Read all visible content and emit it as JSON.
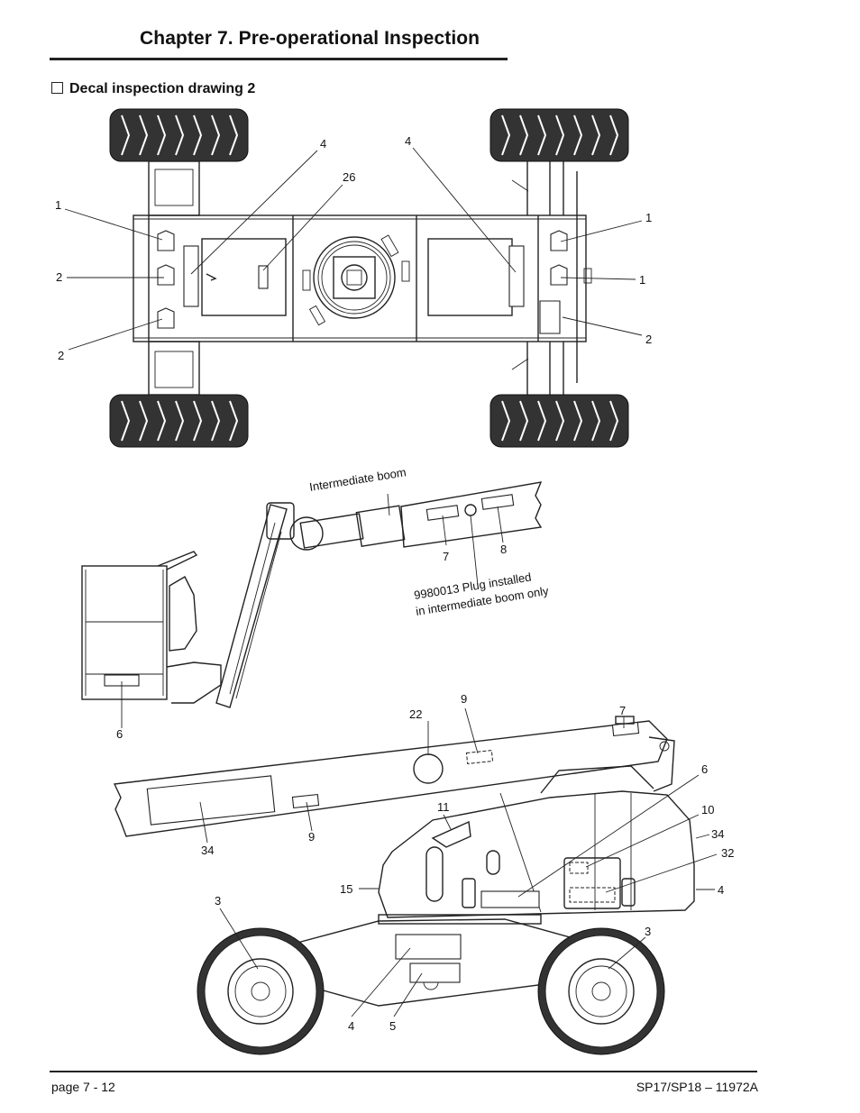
{
  "header": {
    "chapter_title": "Chapter 7.  Pre-operational Inspection",
    "section_title": "Decal inspection drawing 2"
  },
  "top_view": {
    "labels": [
      "1",
      "2",
      "2",
      "4",
      "26",
      "4",
      "1",
      "1",
      "2"
    ]
  },
  "platform_view": {
    "boom_label": "Intermediate boom",
    "plug_note_line1": "9980013 Plug installed",
    "plug_note_line2": "in intermediate boom only",
    "labels": [
      "7",
      "8",
      "6"
    ]
  },
  "side_view": {
    "labels": [
      "9",
      "22",
      "7",
      "6",
      "10",
      "34",
      "32",
      "4",
      "11",
      "34",
      "9",
      "15",
      "3",
      "3",
      "4",
      "5"
    ]
  },
  "footer": {
    "page": "page  7 - 12",
    "doc": "SP17/SP18 – 11972A"
  }
}
